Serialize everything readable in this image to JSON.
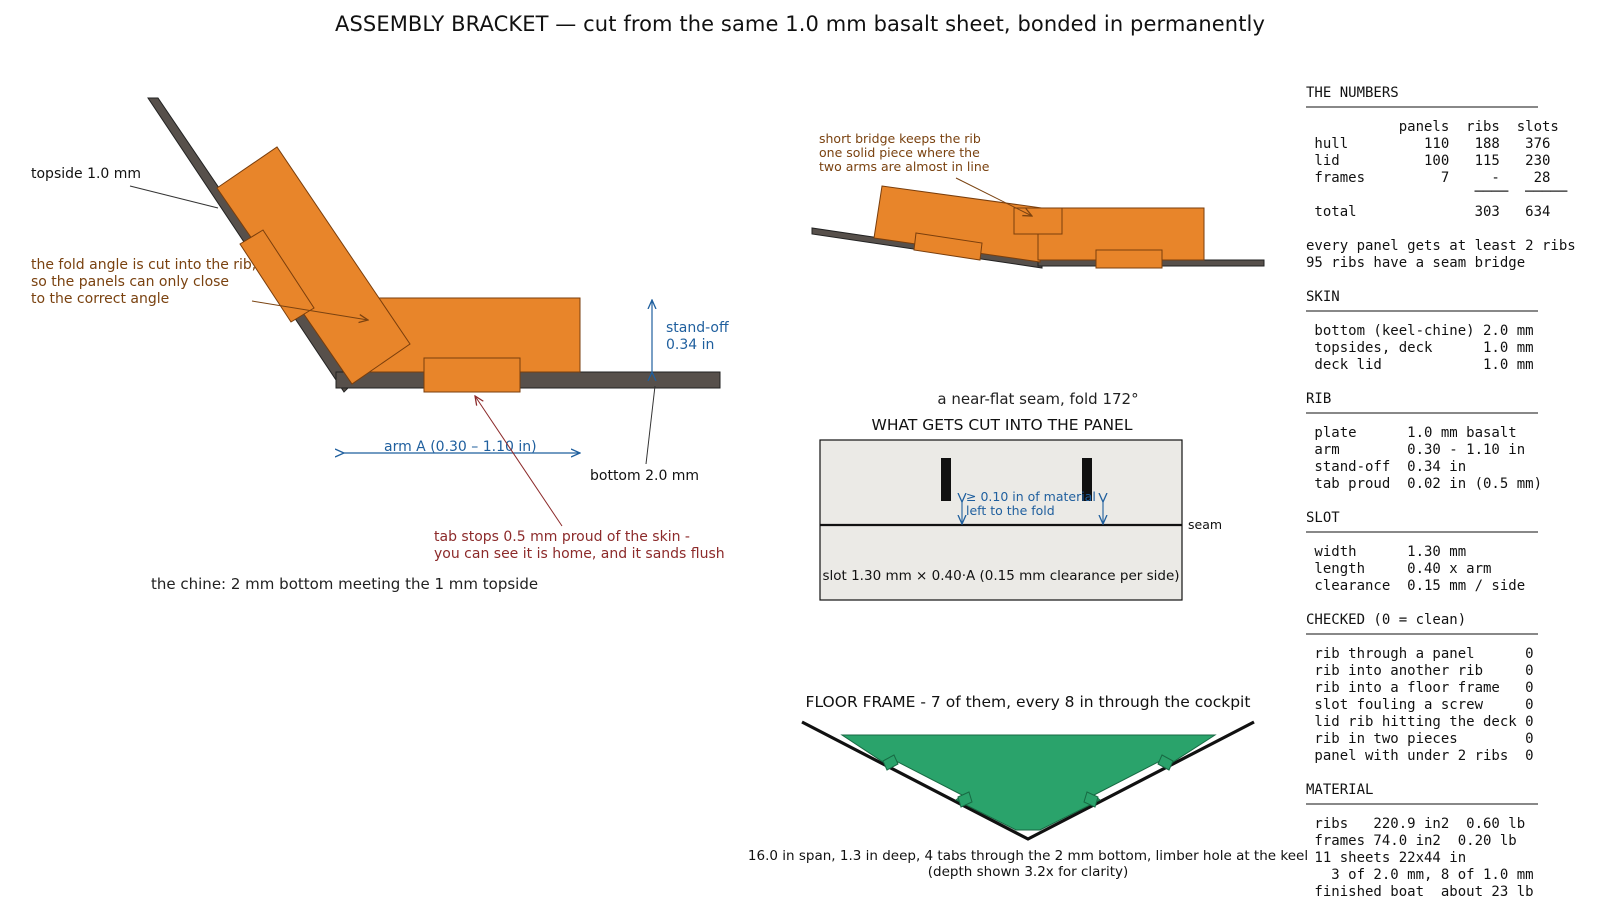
{
  "title": "ASSEMBLY BRACKET  —  cut from the same 1.0 mm basalt sheet, bonded in permanently",
  "colors": {
    "rib": "#e8852a",
    "rib_stroke": "#7a3e0c",
    "skin": "#57504b",
    "frame": "#2aa36b",
    "panel_bg": "#ebeae6",
    "annot_brown": "#7a4210",
    "annot_blue": "#1f5f9e",
    "annot_red": "#8c2a2a"
  },
  "chine": {
    "topside_label": "topside 1.0 mm",
    "fold_note": [
      "the fold angle is cut into the rib,",
      "so the panels can only close",
      "to the correct angle"
    ],
    "standoff_label": [
      "stand-off",
      "0.34 in"
    ],
    "arm_label": "arm  A  (0.30 – 1.10 in)",
    "bottom_label": "bottom 2.0 mm",
    "tab_note": [
      "tab stops 0.5 mm proud of the skin -",
      "you can see it is home, and it sands flush"
    ],
    "caption": "the chine: 2 mm bottom meeting the 1 mm topside"
  },
  "seam": {
    "bridge_note": [
      "short bridge keeps the rib",
      "one solid piece where the",
      "two arms are almost in line"
    ],
    "caption": "a near-flat seam, fold 172°"
  },
  "panel_cut": {
    "title": "WHAT GETS CUT INTO THE PANEL",
    "material_note": [
      "≥ 0.10 in of material",
      "left to the fold"
    ],
    "seam_label": "seam",
    "slot_caption": "slot 1.30 mm × 0.40·A  (0.15 mm clearance per side)"
  },
  "floor_frame": {
    "title": "FLOOR FRAME  -  7 of them, every 8 in through the cockpit",
    "caption": [
      "16.0 in span, 1.3 in deep, 4 tabs through the 2 mm bottom, limber hole at the keel",
      "(depth shown 3.2x for clarity)"
    ]
  },
  "numbers": {
    "heading": "THE NUMBERS",
    "header_row": "           panels  ribs  slots",
    "rows": [
      " hull         110   188   376",
      " lid          100   115   230",
      " frames         7     -    28",
      "                    ────  ─────",
      " total              303   634"
    ],
    "notes": [
      "every panel gets at least 2 ribs",
      "95 ribs have a seam bridge"
    ]
  },
  "skin": {
    "heading": "SKIN",
    "rows": [
      " bottom (keel-chine) 2.0 mm",
      " topsides, deck      1.0 mm",
      " deck lid            1.0 mm"
    ]
  },
  "rib": {
    "heading": "RIB",
    "rows": [
      " plate      1.0 mm basalt",
      " arm        0.30 - 1.10 in",
      " stand-off  0.34 in",
      " tab proud  0.02 in (0.5 mm)"
    ]
  },
  "slot": {
    "heading": "SLOT",
    "rows": [
      " width      1.30 mm",
      " length     0.40 x arm",
      " clearance  0.15 mm / side"
    ]
  },
  "checked": {
    "heading": "CHECKED  (0 = clean)",
    "rows": [
      " rib through a panel      0",
      " rib into another rib     0",
      " rib into a floor frame   0",
      " slot fouling a screw     0",
      " lid rib hitting the deck 0",
      " rib in two pieces        0",
      " panel with under 2 ribs  0"
    ]
  },
  "material": {
    "heading": "MATERIAL",
    "rows": [
      " ribs   220.9 in2  0.60 lb",
      " frames 74.0 in2  0.20 lb",
      " 11 sheets 22x44 in",
      "   3 of 2.0 mm, 8 of 1.0 mm",
      " finished boat  about 23 lb"
    ]
  }
}
